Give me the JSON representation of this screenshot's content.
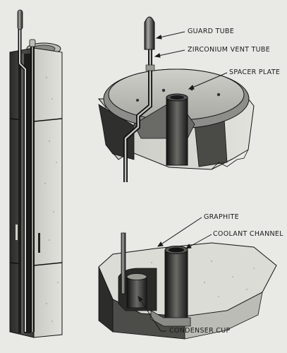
{
  "diagram": {
    "labels": {
      "guard_tube": "GUARD TUBE",
      "zirconium_vent_tube": "ZIRCONIUM VENT TUBE",
      "spacer_plate": "SPACER PLATE",
      "graphite": "GRAPHITE",
      "coolant_channel": "COOLANT CHANNEL",
      "condenser_cup": "CONDENSER CUP"
    },
    "colors": {
      "background": "#e9e9e6",
      "graphite_light": "#d9d9d4",
      "graphite_dark": "#3a3a38",
      "metal_dark": "#222222",
      "line": "#1a1a1a"
    }
  }
}
